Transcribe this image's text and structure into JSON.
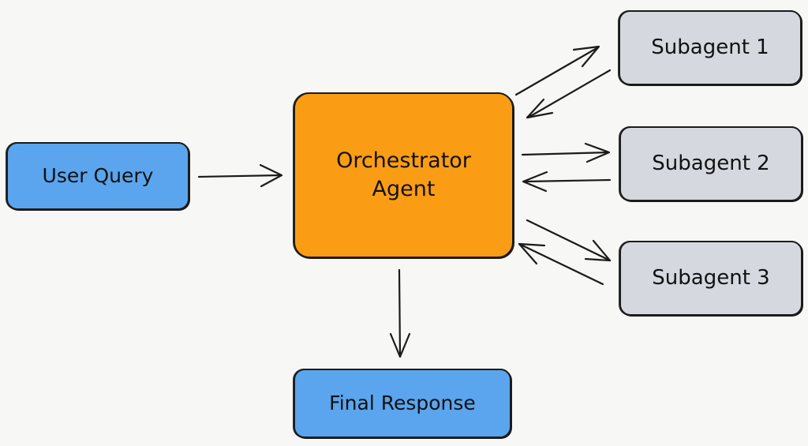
{
  "diagram": {
    "type": "flowchart",
    "nodes": {
      "user_query": {
        "label": "User Query",
        "color": "#5aa5ee"
      },
      "orchestrator": {
        "label_line1": "Orchestrator",
        "label_line2": "Agent",
        "color": "#fb9d14"
      },
      "final_response": {
        "label": "Final Response",
        "color": "#5aa5ee"
      },
      "subagent_1": {
        "label": "Subagent 1",
        "color": "#d5d9df"
      },
      "subagent_2": {
        "label": "Subagent 2",
        "color": "#d5d9df"
      },
      "subagent_3": {
        "label": "Subagent 3",
        "color": "#d5d9df"
      }
    },
    "edges": [
      {
        "from": "User Query",
        "to": "Orchestrator Agent"
      },
      {
        "from": "Orchestrator Agent",
        "to": "Subagent 1"
      },
      {
        "from": "Subagent 1",
        "to": "Orchestrator Agent"
      },
      {
        "from": "Orchestrator Agent",
        "to": "Subagent 2"
      },
      {
        "from": "Subagent 2",
        "to": "Orchestrator Agent"
      },
      {
        "from": "Orchestrator Agent",
        "to": "Subagent 3"
      },
      {
        "from": "Subagent 3",
        "to": "Orchestrator Agent"
      },
      {
        "from": "Orchestrator Agent",
        "to": "Final Response"
      }
    ]
  }
}
